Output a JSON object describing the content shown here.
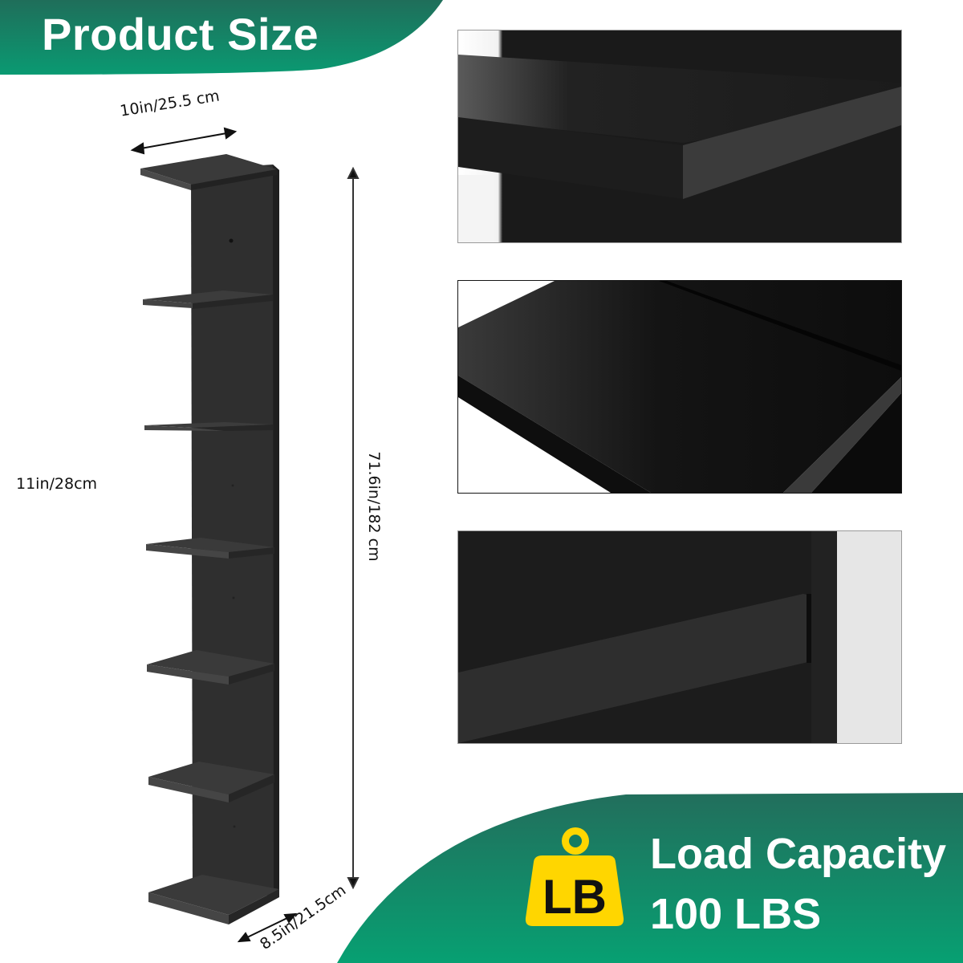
{
  "header": {
    "title": "Product Size"
  },
  "dimensions": {
    "width": "10in/25.5 cm",
    "shelf_gap": "11in/28cm",
    "height": "71.6in/182 cm",
    "depth": "8.5in/21.5cm"
  },
  "product": {
    "shelf_count": 7,
    "color": "#2b2b2b"
  },
  "detail_photos": [
    {
      "label": "shelf-edge-closeup"
    },
    {
      "label": "shelf-top-closeup"
    },
    {
      "label": "shelf-side-closeup"
    }
  ],
  "load": {
    "icon_text": "LB",
    "title": "Load Capacity",
    "value": "100 LBS"
  },
  "colors": {
    "brand_green_dark": "#1f6e5a",
    "brand_green_light": "#0a9a72",
    "icon_yellow": "#ffd600",
    "text_white": "#ffffff"
  }
}
